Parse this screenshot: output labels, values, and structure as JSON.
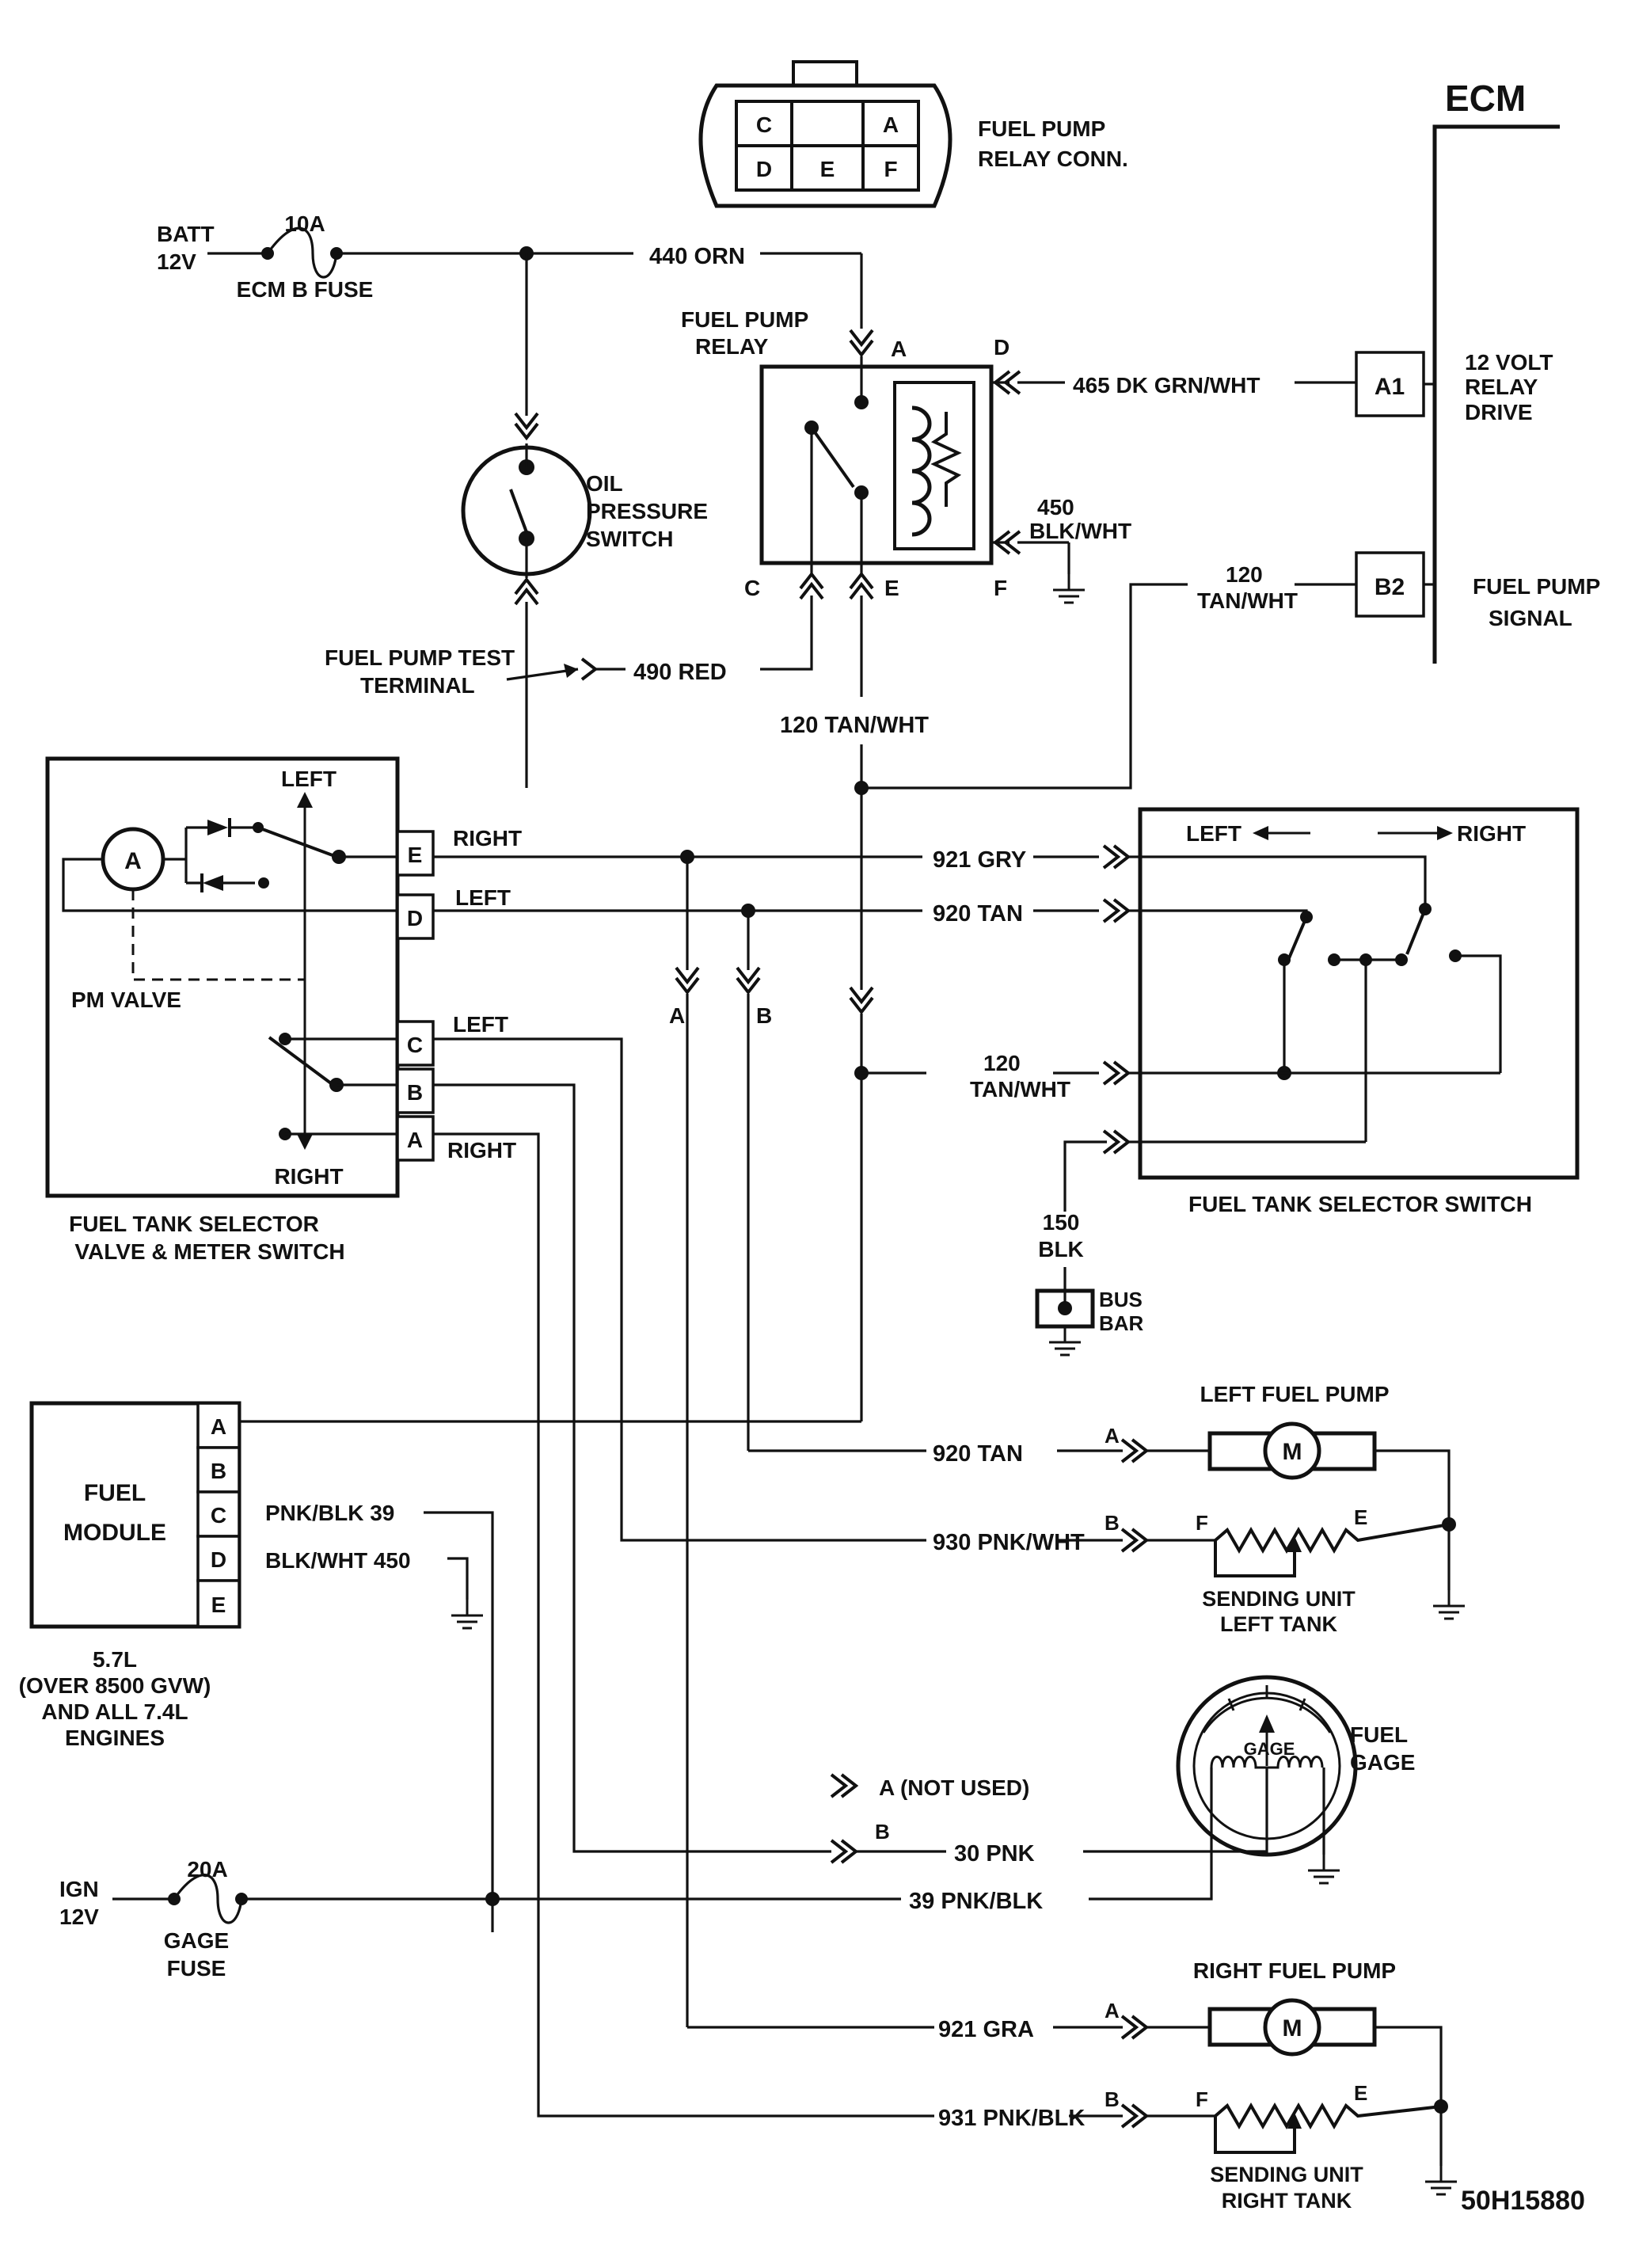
{
  "ecm": {
    "title": "ECM",
    "pins": [
      {
        "id": "A1",
        "label": [
          "12 VOLT",
          "RELAY",
          "DRIVE"
        ]
      },
      {
        "id": "B2",
        "label": [
          "FUEL PUMP",
          "SIGNAL"
        ]
      }
    ]
  },
  "relay_conn": {
    "label": [
      "FUEL PUMP",
      "RELAY CONN."
    ],
    "cells": [
      "C",
      "A",
      "D",
      "E",
      "F"
    ]
  },
  "battery": {
    "label": [
      "BATT",
      "12V"
    ],
    "fuse_rating": "10A",
    "fuse_label": "ECM B FUSE"
  },
  "wires": {
    "w440": "440 ORN",
    "w465": "465 DK GRN/WHT",
    "w450a": "450",
    "w450b": "BLK/WHT",
    "w120a": "120",
    "w120b": "TAN/WHT",
    "w490": "490 RED",
    "w120mid": "120 TAN/WHT",
    "w921": "921 GRY",
    "w920": "920 TAN",
    "w120c": "120",
    "w120d": "TAN/WHT",
    "w150a": "150",
    "w150b": "BLK",
    "w920b": "920 TAN",
    "w930": "930 PNK/WHT",
    "w30": "30 PNK",
    "w39": "39 PNK/BLK",
    "w921b": "921 GRA",
    "w931": "931 PNK/BLK"
  },
  "relay": {
    "label": [
      "FUEL PUMP",
      "RELAY"
    ],
    "pins": {
      "a": "A",
      "c": "C",
      "d": "D",
      "e": "E",
      "f": "F"
    }
  },
  "oil_switch": {
    "label": [
      "OIL",
      "PRESSURE",
      "SWITCH"
    ]
  },
  "test_terminal": {
    "label": [
      "FUEL PUMP TEST",
      "TERMINAL"
    ]
  },
  "selector_valve": {
    "ammeter": "A",
    "left": "LEFT",
    "right": "RIGHT",
    "pm_valve": "PM VALVE",
    "pins": [
      "E",
      "D",
      "C",
      "B",
      "A"
    ],
    "pin_labels": [
      "RIGHT",
      "LEFT",
      "LEFT",
      "RIGHT"
    ],
    "caption": [
      "FUEL TANK SELECTOR",
      "VALVE & METER SWITCH"
    ]
  },
  "branch_labels": {
    "a": "A",
    "b": "B"
  },
  "selector_switch": {
    "left": "LEFT",
    "right": "RIGHT",
    "caption": "FUEL TANK SELECTOR SWITCH"
  },
  "bus_bar": {
    "label": [
      "BUS",
      "BAR"
    ]
  },
  "fuel_module": {
    "label": [
      "FUEL",
      "MODULE"
    ],
    "pins": [
      "A",
      "B",
      "C",
      "D",
      "E"
    ],
    "pin_c": "PNK/BLK 39",
    "pin_d": "BLK/WHT 450",
    "caption": [
      "5.7L",
      "(OVER 8500 GVW)",
      "AND  ALL 7.4L",
      "ENGINES"
    ]
  },
  "left_pump": {
    "title": "LEFT FUEL PUMP",
    "motor": "M",
    "pin_a": "A",
    "pin_b": "B",
    "f": "F",
    "e": "E",
    "sender": [
      "SENDING UNIT",
      "LEFT TANK"
    ]
  },
  "gage": {
    "label": [
      "FUEL",
      "GAGE"
    ],
    "face": "GAGE",
    "not_used": "A (NOT USED)",
    "pin_b": "B"
  },
  "ignition": {
    "label": [
      "IGN",
      "12V"
    ],
    "fuse_rating": "20A",
    "fuse_label": [
      "GAGE",
      "FUSE"
    ]
  },
  "right_pump": {
    "title": "RIGHT FUEL PUMP",
    "motor": "M",
    "pin_a": "A",
    "pin_b": "B",
    "f": "F",
    "e": "E",
    "sender": [
      "SENDING UNIT",
      "RIGHT TANK"
    ]
  },
  "figure_id": "50H15880"
}
